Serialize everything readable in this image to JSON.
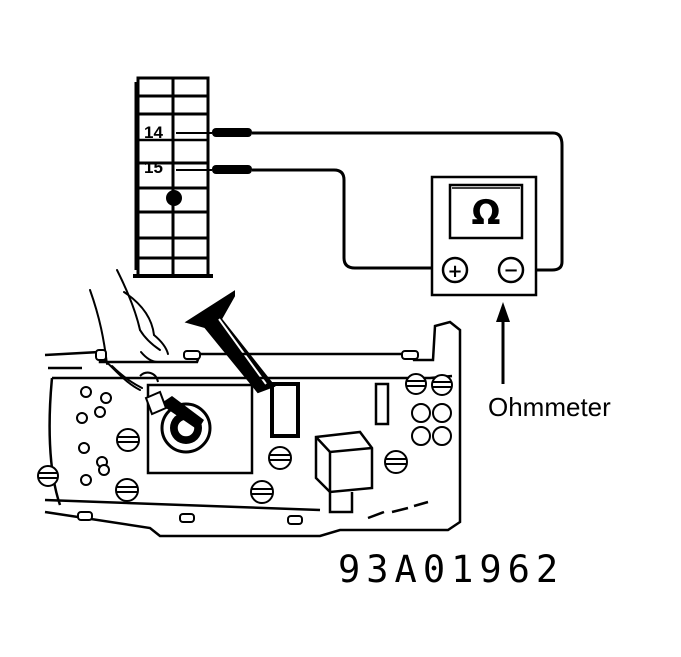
{
  "diagram": {
    "connector": {
      "pins": [
        {
          "number": "14"
        },
        {
          "number": "15"
        }
      ]
    },
    "meter": {
      "symbol": "Ω",
      "positive_sign": "+",
      "negative_sign": "−",
      "callout": "Ohmmeter"
    },
    "figure_id": "93A01962"
  },
  "colors": {
    "ink": "#000000",
    "paper": "#ffffff"
  }
}
